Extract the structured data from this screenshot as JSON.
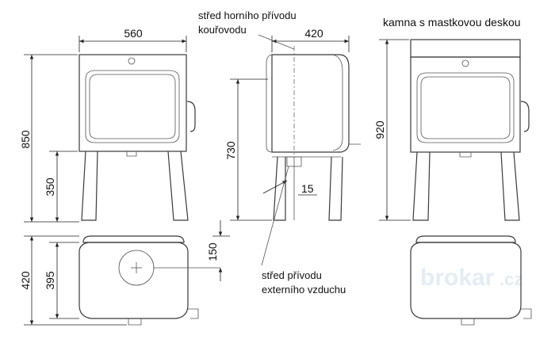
{
  "title": "kamna s mastkovou deskou",
  "notes": {
    "flue_center": [
      "střed horního přívodu",
      "kouřovodu"
    ],
    "air_inlet_center": [
      "střed přívodu",
      "externího vzduchu"
    ]
  },
  "dimensions": {
    "front_width": "560",
    "front_height": "850",
    "front_leg_height": "350",
    "side_depth": "420",
    "side_flue_height": "730",
    "side_inlet_offset": "15",
    "soapstone_height": "920",
    "top_depth": "420",
    "top_inner_depth": "395",
    "top_inlet_offset": "150"
  },
  "watermark": {
    "text": "brokar",
    "suffix": ".cz"
  }
}
